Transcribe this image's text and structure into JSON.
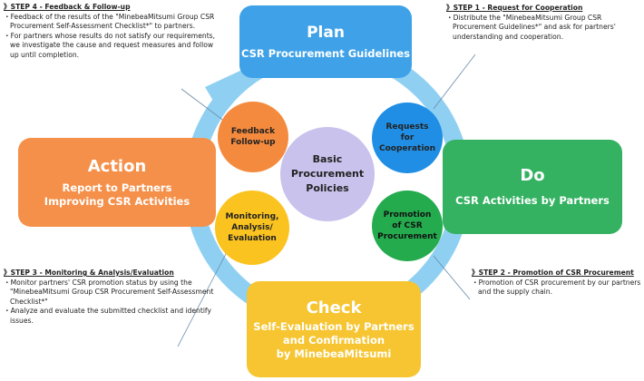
{
  "diagram": {
    "colors": {
      "plan": "#3fa2e8",
      "do": "#34b261",
      "action": "#f5904a",
      "check": "#f6c531",
      "center": "#c8c2ec",
      "feedback": "#f48a3e",
      "requests": "#1f8ee4",
      "monitoring": "#fbc31f",
      "promotion": "#24ab4e",
      "cycle_ring": "#8fd0f2"
    },
    "boxes": {
      "plan": {
        "title": "Plan",
        "lines": [
          "CSR Procurement Guidelines"
        ]
      },
      "do": {
        "title": "Do",
        "lines": [
          "CSR Activities by Partners"
        ]
      },
      "action": {
        "title": "Action",
        "lines": [
          "Report to Partners",
          "Improving CSR Activities"
        ]
      },
      "check": {
        "title": "Check",
        "lines": [
          "Self-Evaluation by  Partners",
          "and Confirmation",
          "by MinebeaMitsumi"
        ]
      }
    },
    "center": {
      "lines": [
        "Basic",
        "Procurement",
        "Policies"
      ]
    },
    "circles": {
      "feedback": {
        "lines": [
          "Feedback",
          "Follow-up"
        ]
      },
      "requests": {
        "lines": [
          "Requests",
          "for",
          "Cooperation"
        ]
      },
      "monitoring": {
        "lines": [
          "Monitoring,",
          "Analysis/",
          "Evaluation"
        ]
      },
      "promotion": {
        "lines": [
          "Promotion",
          "of CSR",
          "Procurement"
        ]
      }
    },
    "steps": {
      "step4": {
        "marker": "》",
        "heading": "STEP 4 - Feedback & Follow-up",
        "bullets": [
          "・Feedback of the results of the \"MinebeaMitsumi Group CSR Procurement Self-Assessment Checklist*\"  to partners.",
          "・For partners whose results do not satisfy our requirements, we investigate the cause and request measures and follow up until completion."
        ]
      },
      "step1": {
        "marker": "》",
        "heading": "STEP 1 - Request for Cooperation",
        "bullets": [
          "・Distribute the \"MinebeaMitsumi Group CSR Procurement Guidelines*\" and ask for partners' understanding and cooperation."
        ]
      },
      "step3": {
        "marker": "》",
        "heading": "STEP 3 - Monitoring & Analysis/Evaluation",
        "bullets": [
          "・Monitor partners' CSR promotion status by using the \"MinebeaMitsumi Group CSR Procurement Self-Assessment Checklist*\"",
          "・Analyze and evaluate the submitted checklist and identify issues."
        ]
      },
      "step2": {
        "marker": "》",
        "heading": "STEP 2 - Promotion of CSR Procurement",
        "bullets": [
          "・Promotion of CSR procurement by our partners and the supply chain."
        ]
      }
    }
  }
}
